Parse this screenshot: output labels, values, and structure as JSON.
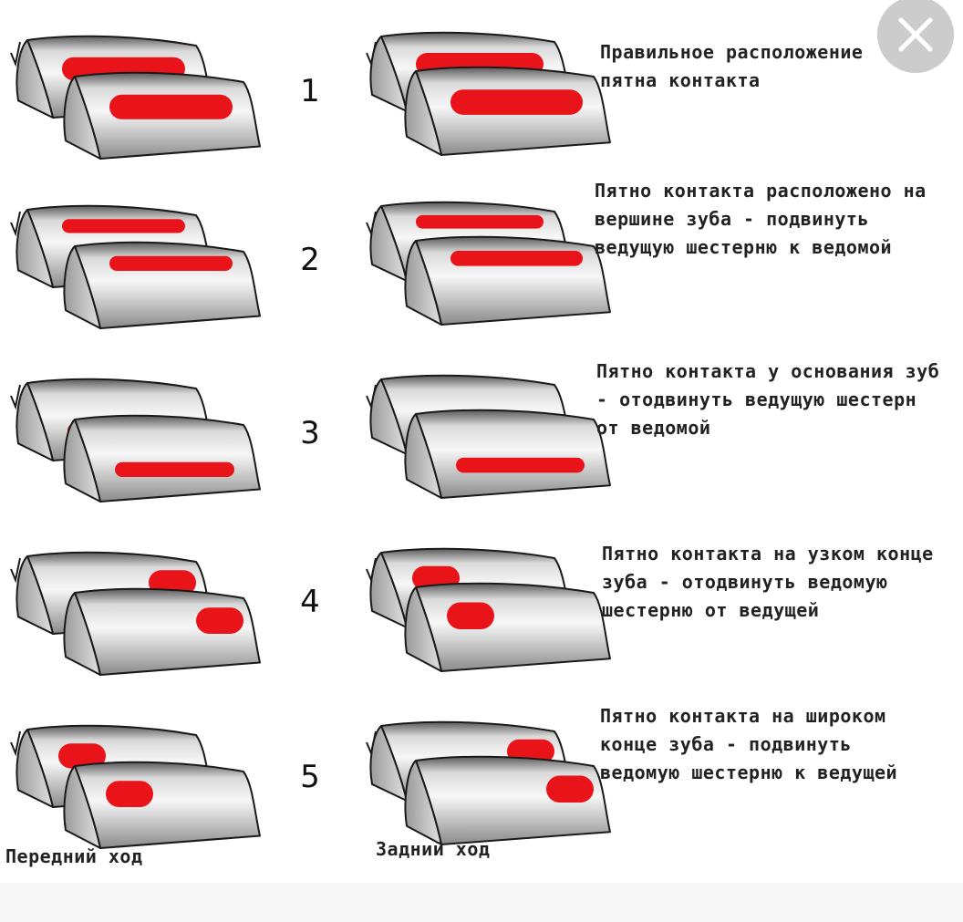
{
  "rows": [
    {
      "number": "1",
      "front_patch": "center",
      "rear_patch": "center",
      "description": "Правильное расположение\nпятна контакта"
    },
    {
      "number": "2",
      "front_patch": "top",
      "rear_patch": "top",
      "description": "Пятно контакта расположено на\nвершине зуба - подвинуть\nведущую шестерню к ведомой"
    },
    {
      "number": "3",
      "front_patch": "bottom",
      "rear_patch": "bottom",
      "description": "Пятно контакта у основания зуб\n- отодвинуть ведущую шестерн\nот ведомой"
    },
    {
      "number": "4",
      "front_patch": "right",
      "rear_patch": "left",
      "description": "Пятно контакта на узком конце\nзуба - отодвинуть ведомую\nшестерню от ведущей"
    },
    {
      "number": "5",
      "front_patch": "left",
      "rear_patch": "right",
      "description": "Пятно контакта на широком\nконце зуба - подвинуть\nведомую шестерню к ведущей"
    }
  ],
  "captions": {
    "front": "Передний ход",
    "rear": "Задний ход"
  },
  "colors": {
    "contact_patch": "#e8141a",
    "tooth_light": "#f2f2f2",
    "tooth_dark": "#6e6e6e",
    "outline": "#1a1a1a"
  },
  "icons": {
    "close": "close-icon"
  }
}
